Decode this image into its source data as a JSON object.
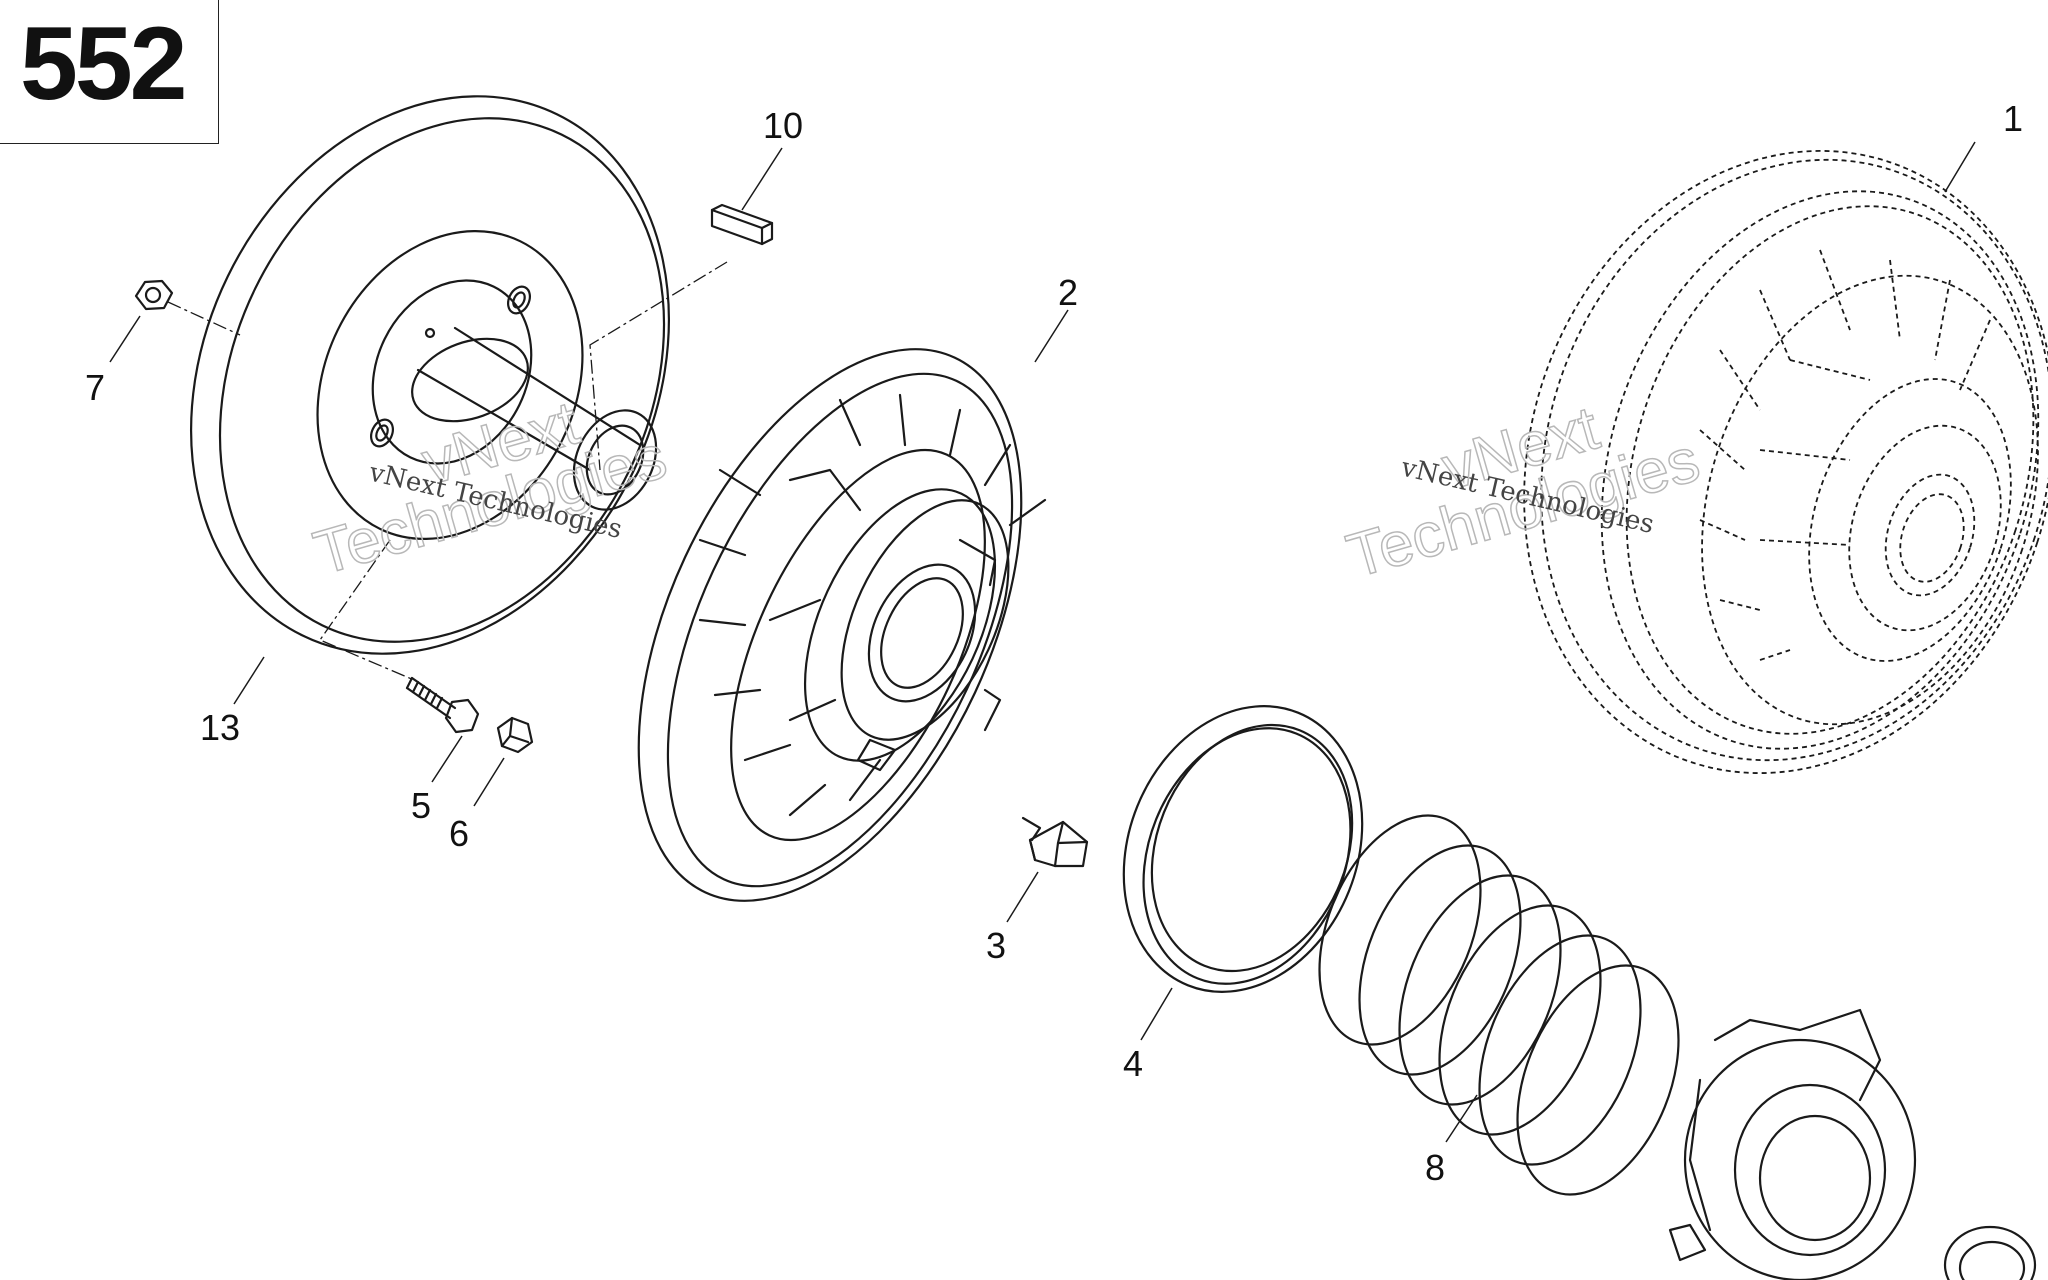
{
  "page": {
    "number": "552"
  },
  "callouts": {
    "c1": "1",
    "c2": "2",
    "c3": "3",
    "c4": "4",
    "c5": "5",
    "c6": "6",
    "c7": "7",
    "c8": "8",
    "c10": "10",
    "c13": "13"
  },
  "watermark": {
    "small_text": "vNext Technologies",
    "big_line1": "vNext",
    "big_line2": "Technologies"
  }
}
